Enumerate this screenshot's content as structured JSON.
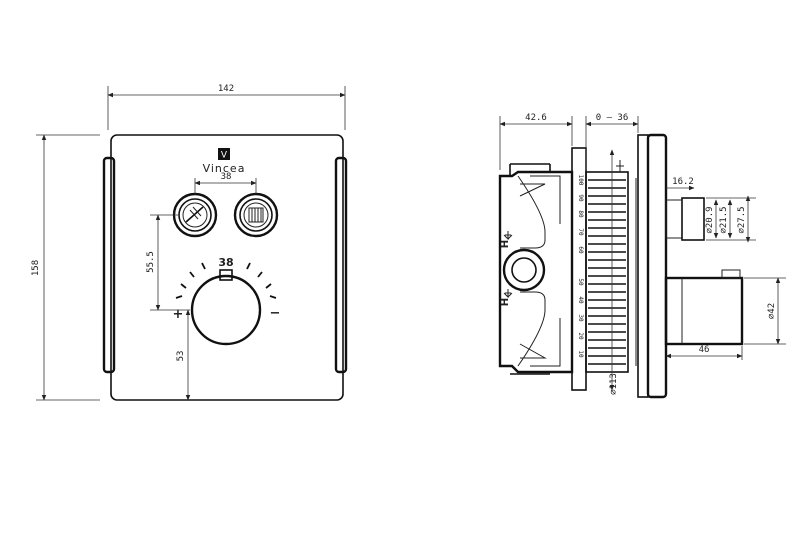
{
  "front_view": {
    "brand_mark": "V",
    "brand_name": "Vincea",
    "dial_value": "38",
    "plus_sign": "+",
    "minus_sign": "−",
    "dims": {
      "width": "142",
      "height": "158",
      "button_spacing": "38",
      "button_to_dial": "55.5",
      "dial_to_bottom": "53"
    }
  },
  "side_view": {
    "hot_label_top": "H",
    "hot_label_bottom": "H",
    "scale_ticks": [
      "10",
      "20",
      "30",
      "40",
      "50",
      "60",
      "70",
      "80",
      "90",
      "100"
    ],
    "dims": {
      "body_depth": "42.6",
      "adjust_range": "0 – 36",
      "stem_length": "16.2",
      "d1": "⌀20.9",
      "d2": "⌀21.5",
      "d3": "⌀27.5",
      "handle_diameter": "⌀42",
      "handle_length": "46",
      "flange_diameter": "⌀113"
    }
  }
}
